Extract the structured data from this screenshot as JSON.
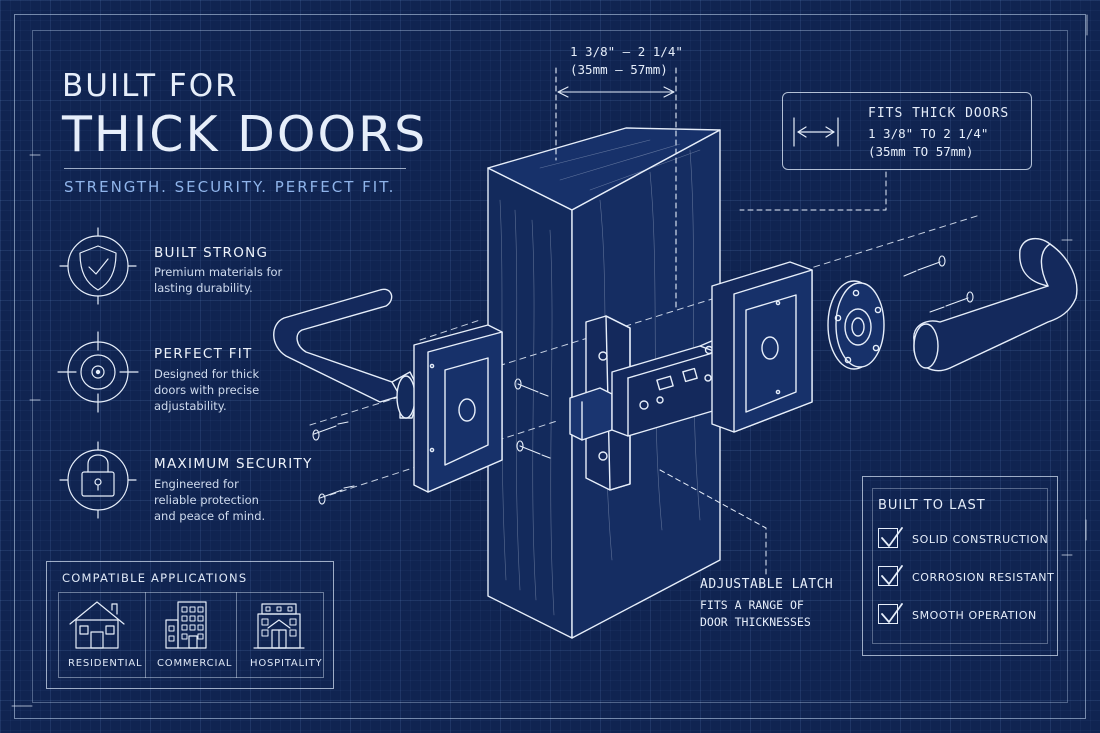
{
  "heading": {
    "line1": "BUILT FOR",
    "line2": "THICK DOORS",
    "tagline": "STRENGTH. SECURITY. PERFECT FIT."
  },
  "features": [
    {
      "title": "BUILT STRONG",
      "desc": "Premium materials for lasting durability.",
      "icon": "shield-check-icon"
    },
    {
      "title": "PERFECT FIT",
      "desc": "Designed for thick doors with precise adjustability.",
      "icon": "target-icon"
    },
    {
      "title": "MAXIMUM SECURITY",
      "desc": "Engineered for reliable protection and peace of mind.",
      "icon": "padlock-icon"
    }
  ],
  "dimension": {
    "imperial": "1 3/8\" – 2 1/4\"",
    "metric": "(35mm – 57mm)"
  },
  "callout": {
    "title": "FITS THICK DOORS",
    "imperial": "1 3/8\" TO 2 1/4\"",
    "metric": "(35mm TO 57mm)"
  },
  "latch": {
    "title": "ADJUSTABLE LATCH",
    "line1": "FITS A RANGE OF",
    "line2": "DOOR THICKNESSES"
  },
  "applications": {
    "title": "COMPATIBLE APPLICATIONS",
    "items": [
      {
        "label": "RESIDENTIAL",
        "icon": "house-icon"
      },
      {
        "label": "COMMERCIAL",
        "icon": "office-building-icon"
      },
      {
        "label": "HOSPITALITY",
        "icon": "hotel-icon"
      }
    ]
  },
  "built_to_last": {
    "title": "BUILT TO LAST",
    "items": [
      "SOLID CONSTRUCTION",
      "CORROSION RESISTANT",
      "SMOOTH OPERATION"
    ]
  },
  "colors": {
    "background": "#102451",
    "line": "#e6eefa",
    "accent": "#8fb4ea"
  }
}
